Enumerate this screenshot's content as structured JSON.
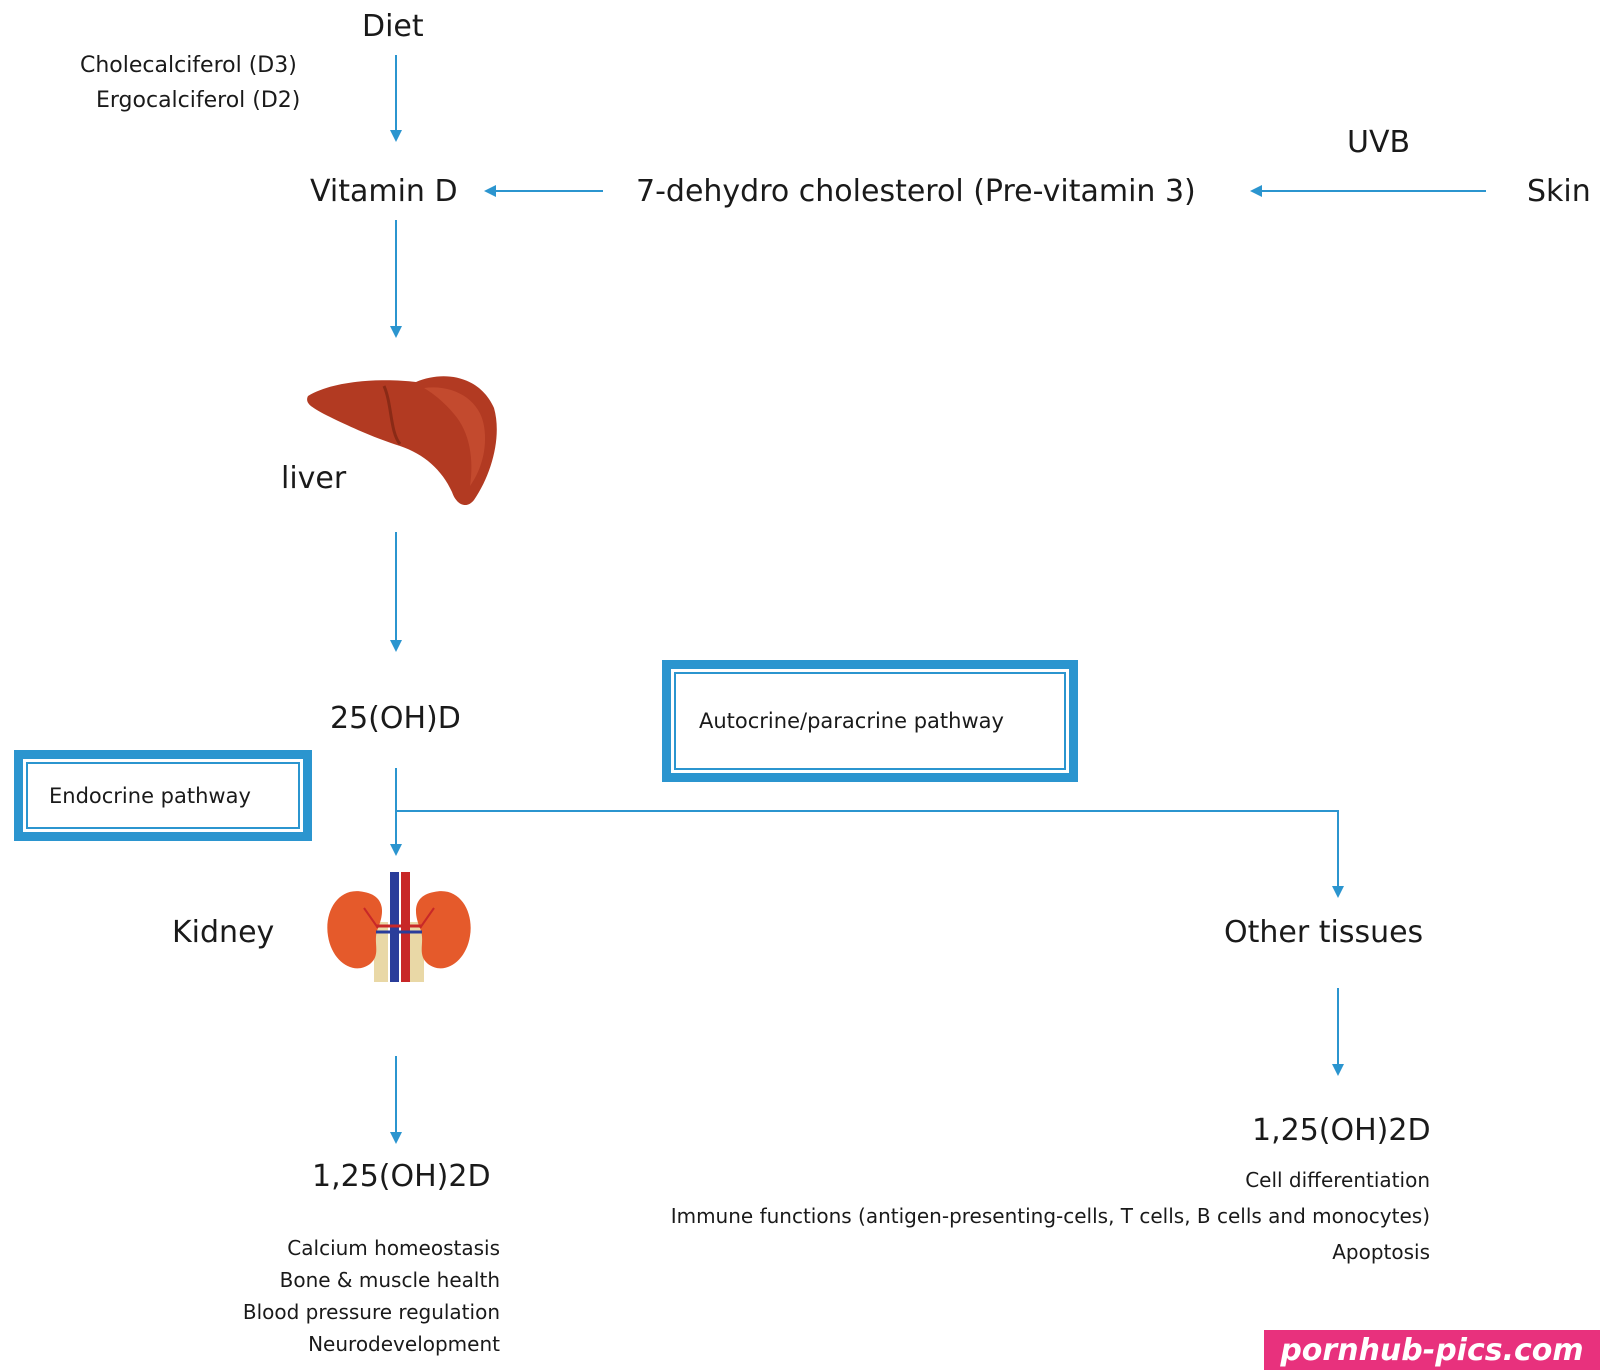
{
  "nodes": {
    "diet": "Diet",
    "d3": "Cholecalciferol (D3)",
    "d2": "Ergocalciferol (D2)",
    "uvb": "UVB",
    "skin": "Skin",
    "vitamin_d": "Vitamin D",
    "precursor": "7-dehydro cholesterol (Pre-vitamin 3)",
    "liver": "liver",
    "hydroxy": "25(OH)D",
    "kidney": "Kidney",
    "other_tissues": "Other tissues",
    "calcitriol_left": "1,25(OH)2D",
    "calcitriol_right": "1,25(OH)2D"
  },
  "pathways": {
    "endocrine": "Endocrine pathway",
    "autocrine": "Autocrine/paracrine pathway"
  },
  "effects_kidney": [
    "Calcium homeostasis",
    "Bone & muscle health",
    "Blood pressure regulation",
    "Neurodevelopment"
  ],
  "effects_tissues": [
    "Cell differentiation",
    "Immune functions (antigen-presenting-cells, T cells, B cells and monocytes)",
    "Apoptosis"
  ],
  "watermark": "pornhub-pics.com",
  "colors": {
    "arrow": "#2b95cf",
    "liver": "#b23a22",
    "kidney": "#e55a2b"
  }
}
